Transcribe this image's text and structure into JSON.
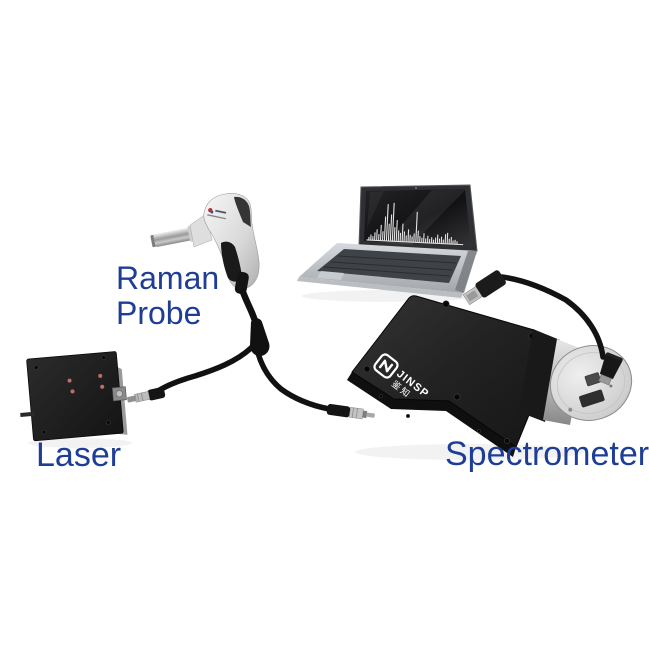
{
  "page": {
    "background": "#ffffff"
  },
  "diagram": {
    "labels": {
      "color": "#1e3e96",
      "raman_probe": {
        "line1": "Raman",
        "line2": "Probe"
      },
      "laser": "Laser",
      "spectrometer": "Spectrometer"
    },
    "devices": {
      "spectrometer": {
        "brand": "JINSP",
        "brand_cn": "鉴知"
      },
      "laptop": {
        "screen_spectrum": {
          "type": "line",
          "x": [
            2,
            4,
            6,
            8,
            10,
            12,
            14,
            16,
            18,
            20,
            22,
            24,
            26,
            28,
            30,
            32,
            34,
            36,
            38,
            40,
            42,
            44,
            46,
            48,
            50,
            52,
            54,
            56,
            58,
            60,
            62,
            64,
            66,
            68,
            70,
            72,
            74,
            76,
            78,
            80,
            82,
            84,
            86,
            88,
            90,
            92
          ],
          "h": [
            6,
            12,
            8,
            18,
            26,
            14,
            38,
            22,
            60,
            92,
            42,
            66,
            96,
            34,
            52,
            26,
            20,
            44,
            24,
            14,
            30,
            16,
            12,
            20,
            76,
            28,
            14,
            10,
            22,
            9,
            16,
            8,
            13,
            7,
            12,
            20,
            10,
            15,
            8,
            22,
            26,
            11,
            16,
            7,
            9,
            5
          ]
        }
      }
    }
  }
}
